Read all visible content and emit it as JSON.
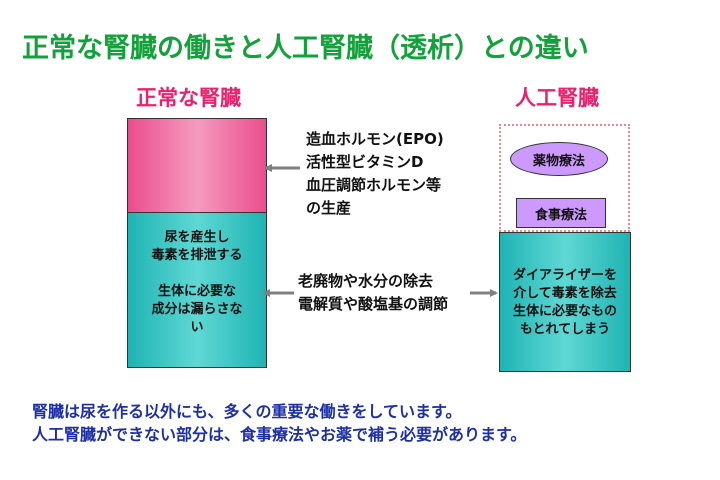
{
  "title": "正常な腎臓の働きと人工腎臓（透析）との違い",
  "normal_kidney": {
    "heading": "正常な腎臓",
    "lines": [
      "尿を産生し",
      "毒素を排泄する",
      "",
      "生体に必要な",
      "成分は漏らさな",
      "い"
    ]
  },
  "artificial_kidney": {
    "heading": "人工腎臓",
    "medication": "薬物療法",
    "diet": "食事療法",
    "lines": [
      "ダイアライザーを",
      "介して毒素を除去",
      "生体に必要なもの",
      "もとれてしまう"
    ]
  },
  "functions": [
    "造血ホルモン(EPO)",
    "活性型ビタミンD",
    "血圧調節ホルモン等",
    "の生産"
  ],
  "excretion": [
    "老廃物や水分の除去",
    "電解質や酸塩基の調節"
  ],
  "footer": [
    "腎臓は尿を作る以外にも、多くの重要な働きをしています。",
    "人工腎臓ができない部分は、食事療法やお薬で補う必要があります。"
  ],
  "colors": {
    "title": "#12a13a",
    "heading": "#e8226e",
    "footer": "#1c2fa6",
    "pink": "#e94d8c",
    "teal": "#1fb3b3",
    "lavender": "#cc99ff",
    "arrow": "#808080"
  }
}
